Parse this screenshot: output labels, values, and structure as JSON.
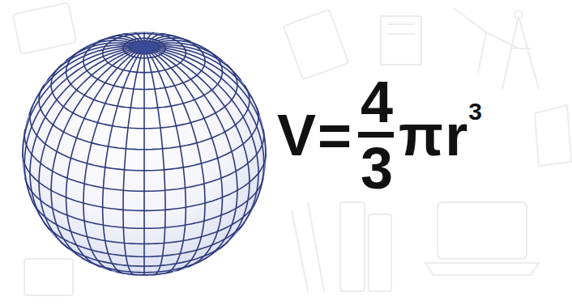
{
  "diagram": {
    "labels": [
      "V",
      "=",
      "4",
      "3",
      "π",
      "r",
      "3"
    ]
  }
}
